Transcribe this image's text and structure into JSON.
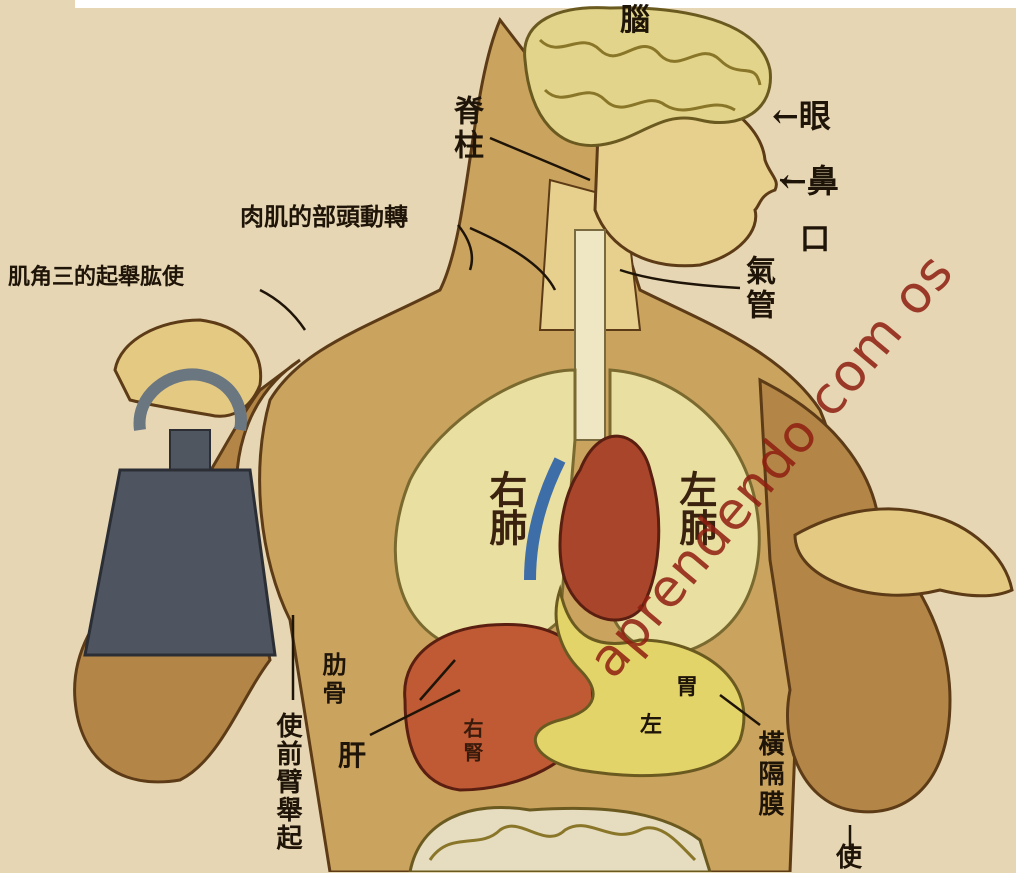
{
  "labels": {
    "brain": "腦",
    "spine": "脊柱",
    "eye": "←眼",
    "nose": "←鼻",
    "mouth": "口",
    "trachea": "氣管",
    "neck_muscle": "肉肌的部頭動轉",
    "deltoid": "肌角三的起舉肱使",
    "right_lung": "右肺",
    "left_lung": "左肺",
    "rib": "肋骨",
    "liver": "肝",
    "right_kidney": "右腎",
    "stomach": "胃",
    "left_kidney": "左",
    "diaphragm": "橫隔膜",
    "forearm": "使前臂舉起",
    "partial_bottom": "使"
  },
  "watermark": "aprendendo com os",
  "colors": {
    "paper": "#e6d6b4",
    "skin": "#e6cf8c",
    "muscle": "#b58a45",
    "lung": "#e9dfa0",
    "heart": "#a8452a",
    "liver": "#bf5a34",
    "stomach": "#e3d46a",
    "weight": "#4f5560",
    "watermark": "#8f1e10"
  }
}
